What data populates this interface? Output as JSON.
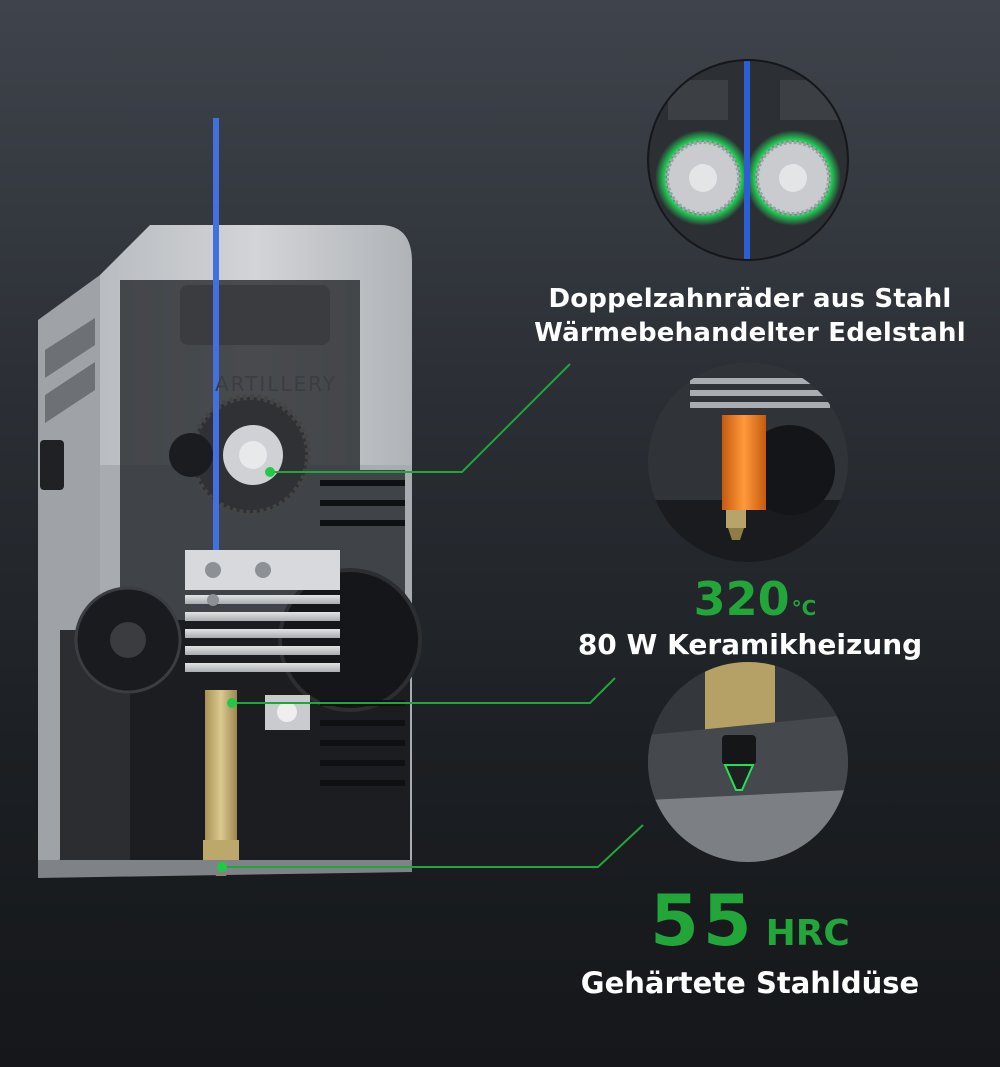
{
  "product": {
    "brand_text": "ARTILLERY"
  },
  "features": {
    "gears": {
      "line1": "Doppelzahnräder aus Stahl",
      "line2": "Wärmebehandelter Edelstahl"
    },
    "heater": {
      "temperature_value": "320",
      "temperature_unit": "°C",
      "label": "80 W Keramikheizung"
    },
    "nozzle": {
      "hardness_value": "55",
      "hardness_unit": "HRC",
      "label": "Gehärtete Stahldüse"
    }
  },
  "colors": {
    "accent_green": "#22a63a",
    "filament_blue": "#2d5fd4",
    "heater_orange": "#f07a1e",
    "nozzle_brass": "#cdb77a"
  }
}
